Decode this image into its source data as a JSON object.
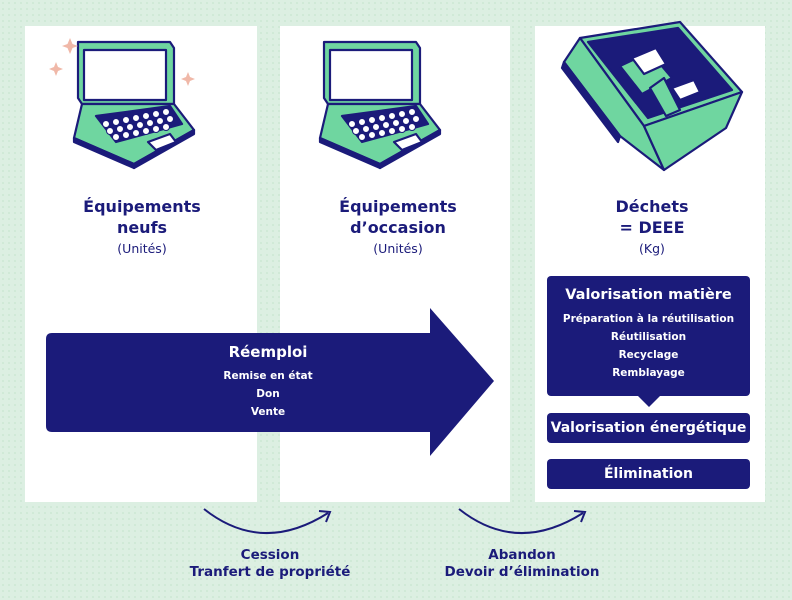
{
  "columns": [
    {
      "title": [
        "Équipements",
        "neufs"
      ],
      "unit": "(Unités)"
    },
    {
      "title": [
        "Équipements",
        "d’occasion"
      ],
      "unit": "(Unités)"
    },
    {
      "title": [
        "Déchets",
        "= DEEE"
      ],
      "unit": "(Kg)"
    }
  ],
  "reemploi": {
    "title": "Réemploi",
    "items": [
      "Remise en état",
      "Don",
      "Vente"
    ]
  },
  "valorisation": {
    "title": "Valorisation matière",
    "items": [
      "Préparation à la réutilisation",
      "Réutilisation",
      "Recyclage",
      "Remblayage"
    ]
  },
  "energie": "Valorisation énergétique",
  "elimination": "Élimination",
  "transitions": [
    {
      "lines": [
        "Cession",
        "Tranfert de propriété"
      ]
    },
    {
      "lines": [
        "Abandon",
        "Devoir d’élimination"
      ]
    }
  ],
  "colors": {
    "navy": "#1b1b7a",
    "green": "#6fd6a0",
    "background": "#dcefe2"
  }
}
